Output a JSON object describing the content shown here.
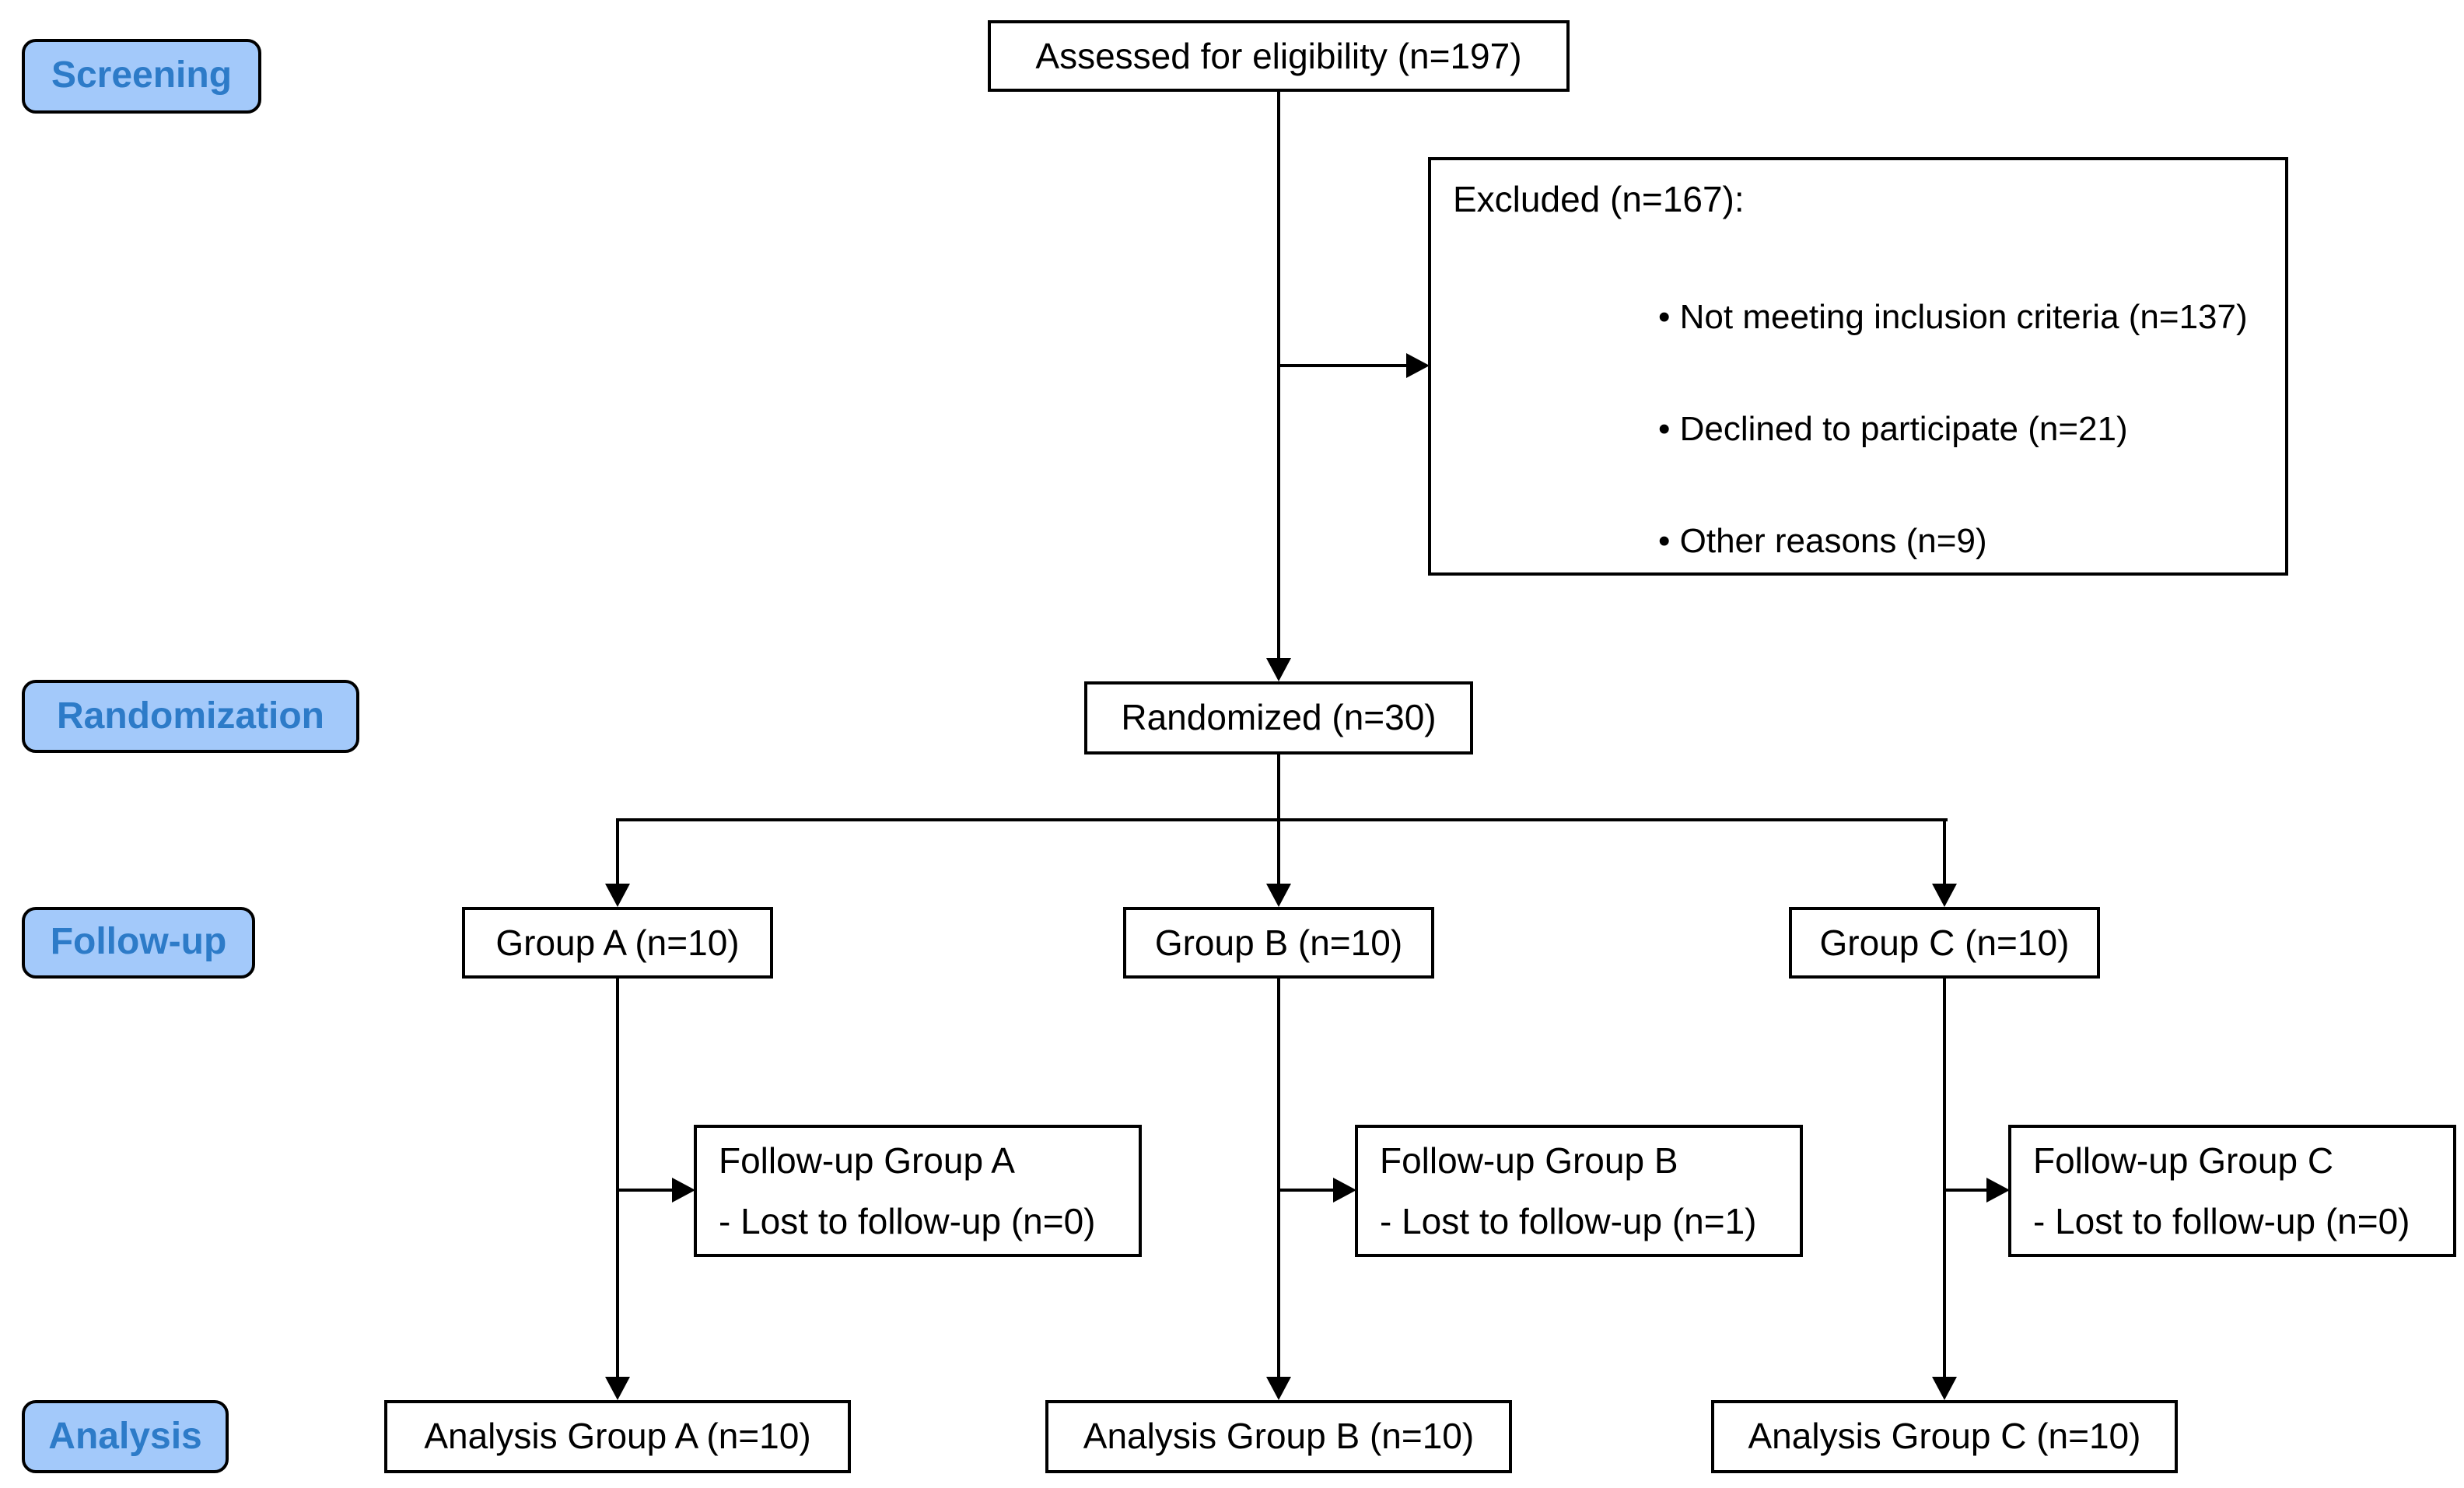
{
  "diagram": {
    "title_hint": "CONSORT participant flow diagram",
    "stages": {
      "screening": "Screening",
      "randomization": "Randomization",
      "followup": "Follow-up",
      "analysis": "Analysis"
    },
    "nodes": {
      "assessed": "Assessed for eligibility (n=197)",
      "randomized": "Randomized (n=30)",
      "group_a": "Group A (n=10)",
      "group_b": "Group B (n=10)",
      "group_c": "Group C (n=10)",
      "analysis_a": "Analysis Group A (n=10)",
      "analysis_b": "Analysis Group B (n=10)",
      "analysis_c": "Analysis Group C (n=10)"
    },
    "excluded": {
      "title": "Excluded (n=167):",
      "bullets": [
        "• Not meeting inclusion criteria (n=137)",
        "• Declined to participate (n=21)",
        "• Other reasons (n=9)"
      ]
    },
    "followup_boxes": {
      "a": {
        "line1": "Follow-up Group A",
        "line2": "- Lost to follow-up (n=0)"
      },
      "b": {
        "line1": "Follow-up Group B",
        "line2": "- Lost to follow-up (n=1)"
      },
      "c": {
        "line1": "Follow-up Group C",
        "line2": "- Lost to follow-up (n=0)"
      }
    },
    "counts": {
      "assessed": 197,
      "excluded_total": 167,
      "not_meeting_criteria": 137,
      "declined": 21,
      "other_reasons": 9,
      "randomized": 30,
      "group_a": 10,
      "group_b": 10,
      "group_c": 10,
      "lost_a": 0,
      "lost_b": 1,
      "lost_c": 0,
      "analysis_a": 10,
      "analysis_b": 10,
      "analysis_c": 10
    },
    "colors": {
      "background": "#FFFFFF",
      "box_fill": "#FFFFFF",
      "box_border": "#000000",
      "line": "#000000",
      "stage_fill": "#A3C9FA",
      "stage_text": "#2D7BC8",
      "node_text": "#000000"
    }
  }
}
